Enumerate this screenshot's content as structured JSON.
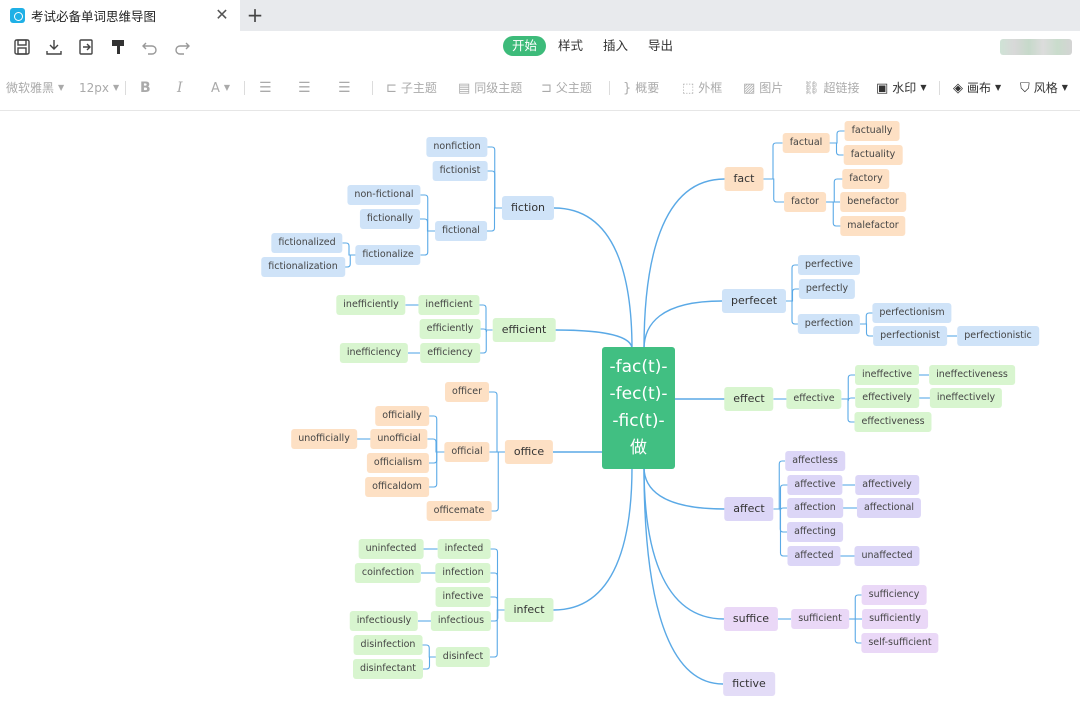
{
  "tab": {
    "title": "考试必备单词思维导图",
    "close_icon": "close-icon",
    "new_tab_icon": "plus-icon"
  },
  "toolbar": {
    "tabs": [
      "开始",
      "样式",
      "插入",
      "导出"
    ],
    "active_tab": "开始",
    "accent": "#3dbb7a",
    "icons": [
      "save-icon",
      "download-icon",
      "export-icon",
      "format-painter-icon",
      "undo-icon",
      "redo-icon"
    ]
  },
  "format_bar": {
    "font": "微软雅黑",
    "size": "12px",
    "bold": "B",
    "italic": "I",
    "color": "A",
    "subtopic": "子主题",
    "sibling": "同级主题",
    "parent": "父主题",
    "summary": "概要",
    "frame": "外框",
    "image": "图片",
    "link": "超链接",
    "watermark": "水印",
    "canvas": "画布",
    "style": "风格"
  },
  "mindmap": {
    "center": [
      "-fac(t)-",
      "-fec(t)-",
      "-fic(t)-",
      "做"
    ],
    "colors": {
      "center": "#41bf82",
      "line": "#5aa9e6",
      "blue": "#cfe3f8",
      "orange": "#fde0c4",
      "green": "#d8f5cf",
      "purple": "#dcd6f7",
      "violet": "#ead8f7",
      "lavender": "#e3dcf7"
    },
    "nodes": [
      {
        "id": "fiction",
        "label": "fiction",
        "color": "blue",
        "main": true
      },
      {
        "id": "nonfiction",
        "label": "nonfiction",
        "color": "blue"
      },
      {
        "id": "fictionist",
        "label": "fictionist",
        "color": "blue"
      },
      {
        "id": "fictional",
        "label": "fictional",
        "color": "blue"
      },
      {
        "id": "non-fictional",
        "label": "non-fictional",
        "color": "blue"
      },
      {
        "id": "fictionally",
        "label": "fictionally",
        "color": "blue"
      },
      {
        "id": "fictionalize",
        "label": "fictionalize",
        "color": "blue"
      },
      {
        "id": "fictionalized",
        "label": "fictionalized",
        "color": "blue"
      },
      {
        "id": "fictionalization",
        "label": "fictionalization",
        "color": "blue"
      },
      {
        "id": "efficient",
        "label": "efficient",
        "color": "green",
        "main": true
      },
      {
        "id": "inefficient",
        "label": "inefficient",
        "color": "green"
      },
      {
        "id": "inefficiently",
        "label": "inefficiently",
        "color": "green"
      },
      {
        "id": "efficiently",
        "label": "efficiently",
        "color": "green"
      },
      {
        "id": "efficiency",
        "label": "efficiency",
        "color": "green"
      },
      {
        "id": "inefficiency",
        "label": "inefficiency",
        "color": "green"
      },
      {
        "id": "office",
        "label": "office",
        "color": "orange",
        "main": true
      },
      {
        "id": "officer",
        "label": "officer",
        "color": "orange"
      },
      {
        "id": "official",
        "label": "official",
        "color": "orange"
      },
      {
        "id": "officially",
        "label": "officially",
        "color": "orange"
      },
      {
        "id": "unofficial",
        "label": "unofficial",
        "color": "orange"
      },
      {
        "id": "unofficially",
        "label": "unofficially",
        "color": "orange"
      },
      {
        "id": "officialism",
        "label": "officialism",
        "color": "orange"
      },
      {
        "id": "officaldom",
        "label": "officaldom",
        "color": "orange"
      },
      {
        "id": "officemate",
        "label": "officemate",
        "color": "orange"
      },
      {
        "id": "infect",
        "label": "infect",
        "color": "green",
        "main": true
      },
      {
        "id": "infected",
        "label": "infected",
        "color": "green"
      },
      {
        "id": "uninfected",
        "label": "uninfected",
        "color": "green"
      },
      {
        "id": "infection",
        "label": "infection",
        "color": "green"
      },
      {
        "id": "coinfection",
        "label": "coinfection",
        "color": "green"
      },
      {
        "id": "infective",
        "label": "infective",
        "color": "green"
      },
      {
        "id": "infectious",
        "label": "infectious",
        "color": "green"
      },
      {
        "id": "infectiously",
        "label": "infectiously",
        "color": "green"
      },
      {
        "id": "disinfect",
        "label": "disinfect",
        "color": "green"
      },
      {
        "id": "disinfection",
        "label": "disinfection",
        "color": "green"
      },
      {
        "id": "disinfectant",
        "label": "disinfectant",
        "color": "green"
      },
      {
        "id": "fact",
        "label": "fact",
        "color": "orange",
        "main": true
      },
      {
        "id": "factual",
        "label": "factual",
        "color": "orange"
      },
      {
        "id": "factually",
        "label": "factually",
        "color": "orange"
      },
      {
        "id": "factuality",
        "label": "factuality",
        "color": "orange"
      },
      {
        "id": "factor",
        "label": "factor",
        "color": "orange"
      },
      {
        "id": "factory",
        "label": "factory",
        "color": "orange"
      },
      {
        "id": "benefactor",
        "label": "benefactor",
        "color": "orange"
      },
      {
        "id": "malefactor",
        "label": "malefactor",
        "color": "orange"
      },
      {
        "id": "perfecet",
        "label": "perfecet",
        "color": "blue",
        "main": true
      },
      {
        "id": "perfective",
        "label": "perfective",
        "color": "blue"
      },
      {
        "id": "perfectly",
        "label": "perfectly",
        "color": "blue"
      },
      {
        "id": "perfection",
        "label": "perfection",
        "color": "blue"
      },
      {
        "id": "perfectionism",
        "label": "perfectionism",
        "color": "blue"
      },
      {
        "id": "perfectionist",
        "label": "perfectionist",
        "color": "blue"
      },
      {
        "id": "perfectionistic",
        "label": "perfectionistic",
        "color": "blue"
      },
      {
        "id": "effect",
        "label": "effect",
        "color": "green",
        "main": true
      },
      {
        "id": "effective",
        "label": "effective",
        "color": "green"
      },
      {
        "id": "ineffective",
        "label": "ineffective",
        "color": "green"
      },
      {
        "id": "ineffectiveness",
        "label": "ineffectiveness",
        "color": "green"
      },
      {
        "id": "effectively",
        "label": "effectively",
        "color": "green"
      },
      {
        "id": "ineffectively",
        "label": "ineffectively",
        "color": "green"
      },
      {
        "id": "effectiveness",
        "label": "effectiveness",
        "color": "green"
      },
      {
        "id": "affect",
        "label": "affect",
        "color": "purple",
        "main": true
      },
      {
        "id": "affectless",
        "label": "affectless",
        "color": "purple"
      },
      {
        "id": "affective",
        "label": "affective",
        "color": "purple"
      },
      {
        "id": "affectively",
        "label": "affectively",
        "color": "purple"
      },
      {
        "id": "affection",
        "label": "affection",
        "color": "purple"
      },
      {
        "id": "affectional",
        "label": "affectional",
        "color": "purple"
      },
      {
        "id": "affecting",
        "label": "affecting",
        "color": "purple"
      },
      {
        "id": "affected",
        "label": "affected",
        "color": "purple"
      },
      {
        "id": "unaffected",
        "label": "unaffected",
        "color": "purple"
      },
      {
        "id": "suffice",
        "label": "suffice",
        "color": "violet",
        "main": true
      },
      {
        "id": "sufficient",
        "label": "sufficient",
        "color": "violet"
      },
      {
        "id": "sufficiency",
        "label": "sufficiency",
        "color": "violet"
      },
      {
        "id": "sufficiently",
        "label": "sufficiently",
        "color": "violet"
      },
      {
        "id": "self-sufficient",
        "label": "self-sufficient",
        "color": "violet"
      },
      {
        "id": "fictive",
        "label": "fictive",
        "color": "lavender",
        "main": true
      }
    ]
  }
}
